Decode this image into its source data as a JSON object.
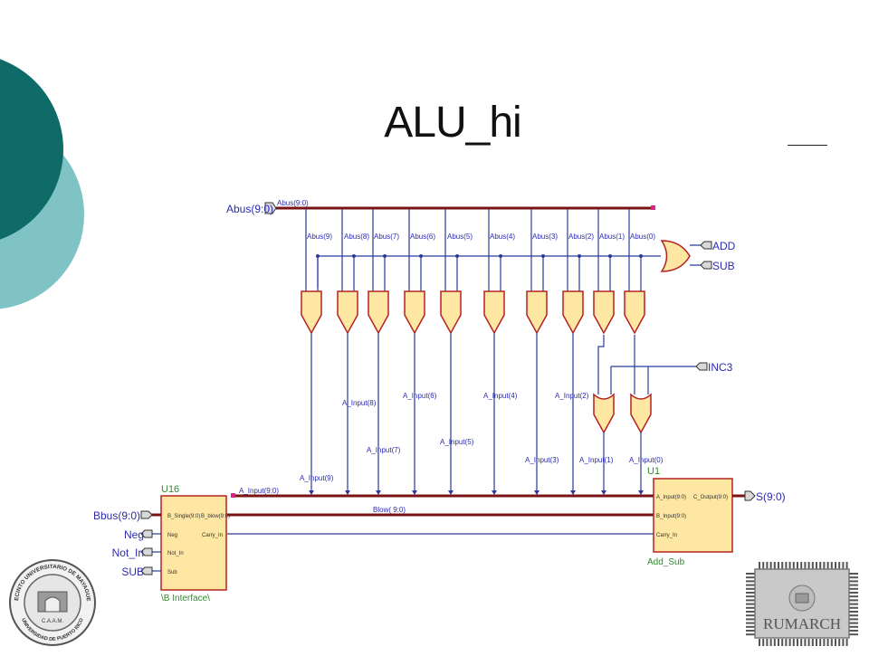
{
  "slide": {
    "title": "ALU_hi"
  },
  "schematic": {
    "abus_port": "Abus(9:0)",
    "abus_net": "Abus(9:0)",
    "abus_bits": [
      "Abus(9)",
      "Abus(8)",
      "Abus(7)",
      "Abus(6)",
      "Abus(5)",
      "Abus(4)",
      "Abus(3)",
      "Abus(2)",
      "Abus(1)",
      "Abus(0)"
    ],
    "add_port": "ADD",
    "sub_port_top": "SUB",
    "inc3_port": "INC3",
    "a_input_labels": [
      "A_Input(9)",
      "A_Input(8)",
      "A_Input(7)",
      "A_Input(6)",
      "A_Input(5)",
      "A_Input(4)",
      "A_Input(3)",
      "A_Input(2)",
      "A_Input(1)",
      "A_Input(0)"
    ],
    "a_input_bus": "A_Input(9:0)",
    "blow_bus": "Blow( 9:0)",
    "left_ports": [
      "Bbus(9:0)",
      "Neg",
      "Not_In",
      "SUB"
    ],
    "output_port": "S(9:0)",
    "u16": {
      "ref": "U16",
      "name": "\\B Interface\\",
      "pins_left": [
        "B_Single(9:0)",
        "Neg",
        "Not_In",
        "Sub"
      ],
      "pins_right": [
        "B_blow(9:0)",
        "Carry_In"
      ]
    },
    "u1": {
      "ref": "U1",
      "name": "Add_Sub",
      "pins_left": [
        "A_Input(9:0)",
        "B_Input(9:0)",
        "Carry_In"
      ],
      "pins_right": [
        "C_Output(9:0)"
      ]
    }
  },
  "logos": {
    "left_seal_top": "RECINTO UNIVERSITARIO DE MAYAGUEZ",
    "left_seal_mid": "C.A.A.M.",
    "left_seal_bottom": "UNIVERSIDAD DE PUERTO RICO",
    "right_logo": "RUMARCH"
  },
  "colors": {
    "teal_dark": "#0f6b68",
    "teal_light": "#7fc3c5",
    "bus": "#7a1414",
    "wire": "#2a3a9c",
    "gate_fill": "#fde7a3",
    "gate_stroke": "#b52222",
    "label": "#2b2bb0",
    "component_label": "#2e8a2e"
  }
}
